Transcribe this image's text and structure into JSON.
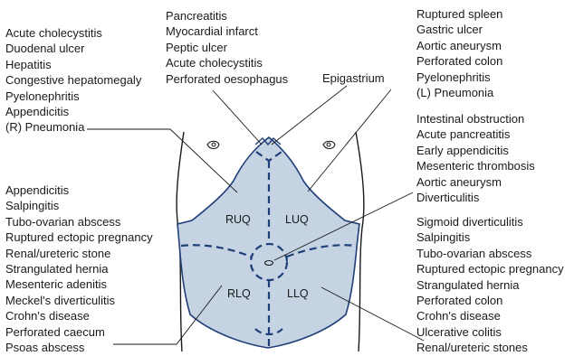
{
  "lists": {
    "ruq_top": [
      "Acute cholecystitis",
      "Duodenal ulcer",
      "Hepatitis",
      "Congestive hepatomegaly",
      "Pyelonephritis",
      "Appendicitis",
      "(R) Pneumonia"
    ],
    "epigastric": [
      "Pancreatitis",
      "Myocardial infarct",
      "Peptic ulcer",
      "Acute cholecystitis",
      "Perforated oesophagus"
    ],
    "luq": [
      "Ruptured spleen",
      "Gastric ulcer",
      "Aortic aneurysm",
      "Perforated colon",
      "Pyelonephritis",
      "(L) Pneumonia"
    ],
    "central": [
      "Intestinal obstruction",
      "Acute pancreatitis",
      "Early appendicitis",
      "Mesenteric thrombosis",
      "Aortic aneurysm",
      "Diverticulitis"
    ],
    "rlq": [
      "Appendicitis",
      "Salpingitis",
      "Tubo-ovarian abscess",
      "Ruptured ectopic pregnancy",
      "Renal/ureteric stone",
      "Strangulated hernia",
      "Mesenteric adenitis",
      "Meckel's diverticulitis",
      "Crohn's disease",
      "Perforated caecum",
      "Psoas abscess"
    ],
    "llq": [
      "Sigmoid diverticulitis",
      "Salpingitis",
      "Tubo-ovarian abscess",
      "Ruptured ectopic pregnancy",
      "Strangulated hernia",
      "Perforated colon",
      "Crohn's disease",
      "Ulcerative colitis",
      "Renal/ureteric stones"
    ]
  },
  "labels": {
    "epigastrium": "Epigastrium",
    "ruq": "RUQ",
    "luq": "LUQ",
    "rlq": "RLQ",
    "llq": "LLQ"
  },
  "colors": {
    "abdomen_fill": "#c5d3e3",
    "region_line": "#1f3f78",
    "outline": "#1a1a1a"
  }
}
